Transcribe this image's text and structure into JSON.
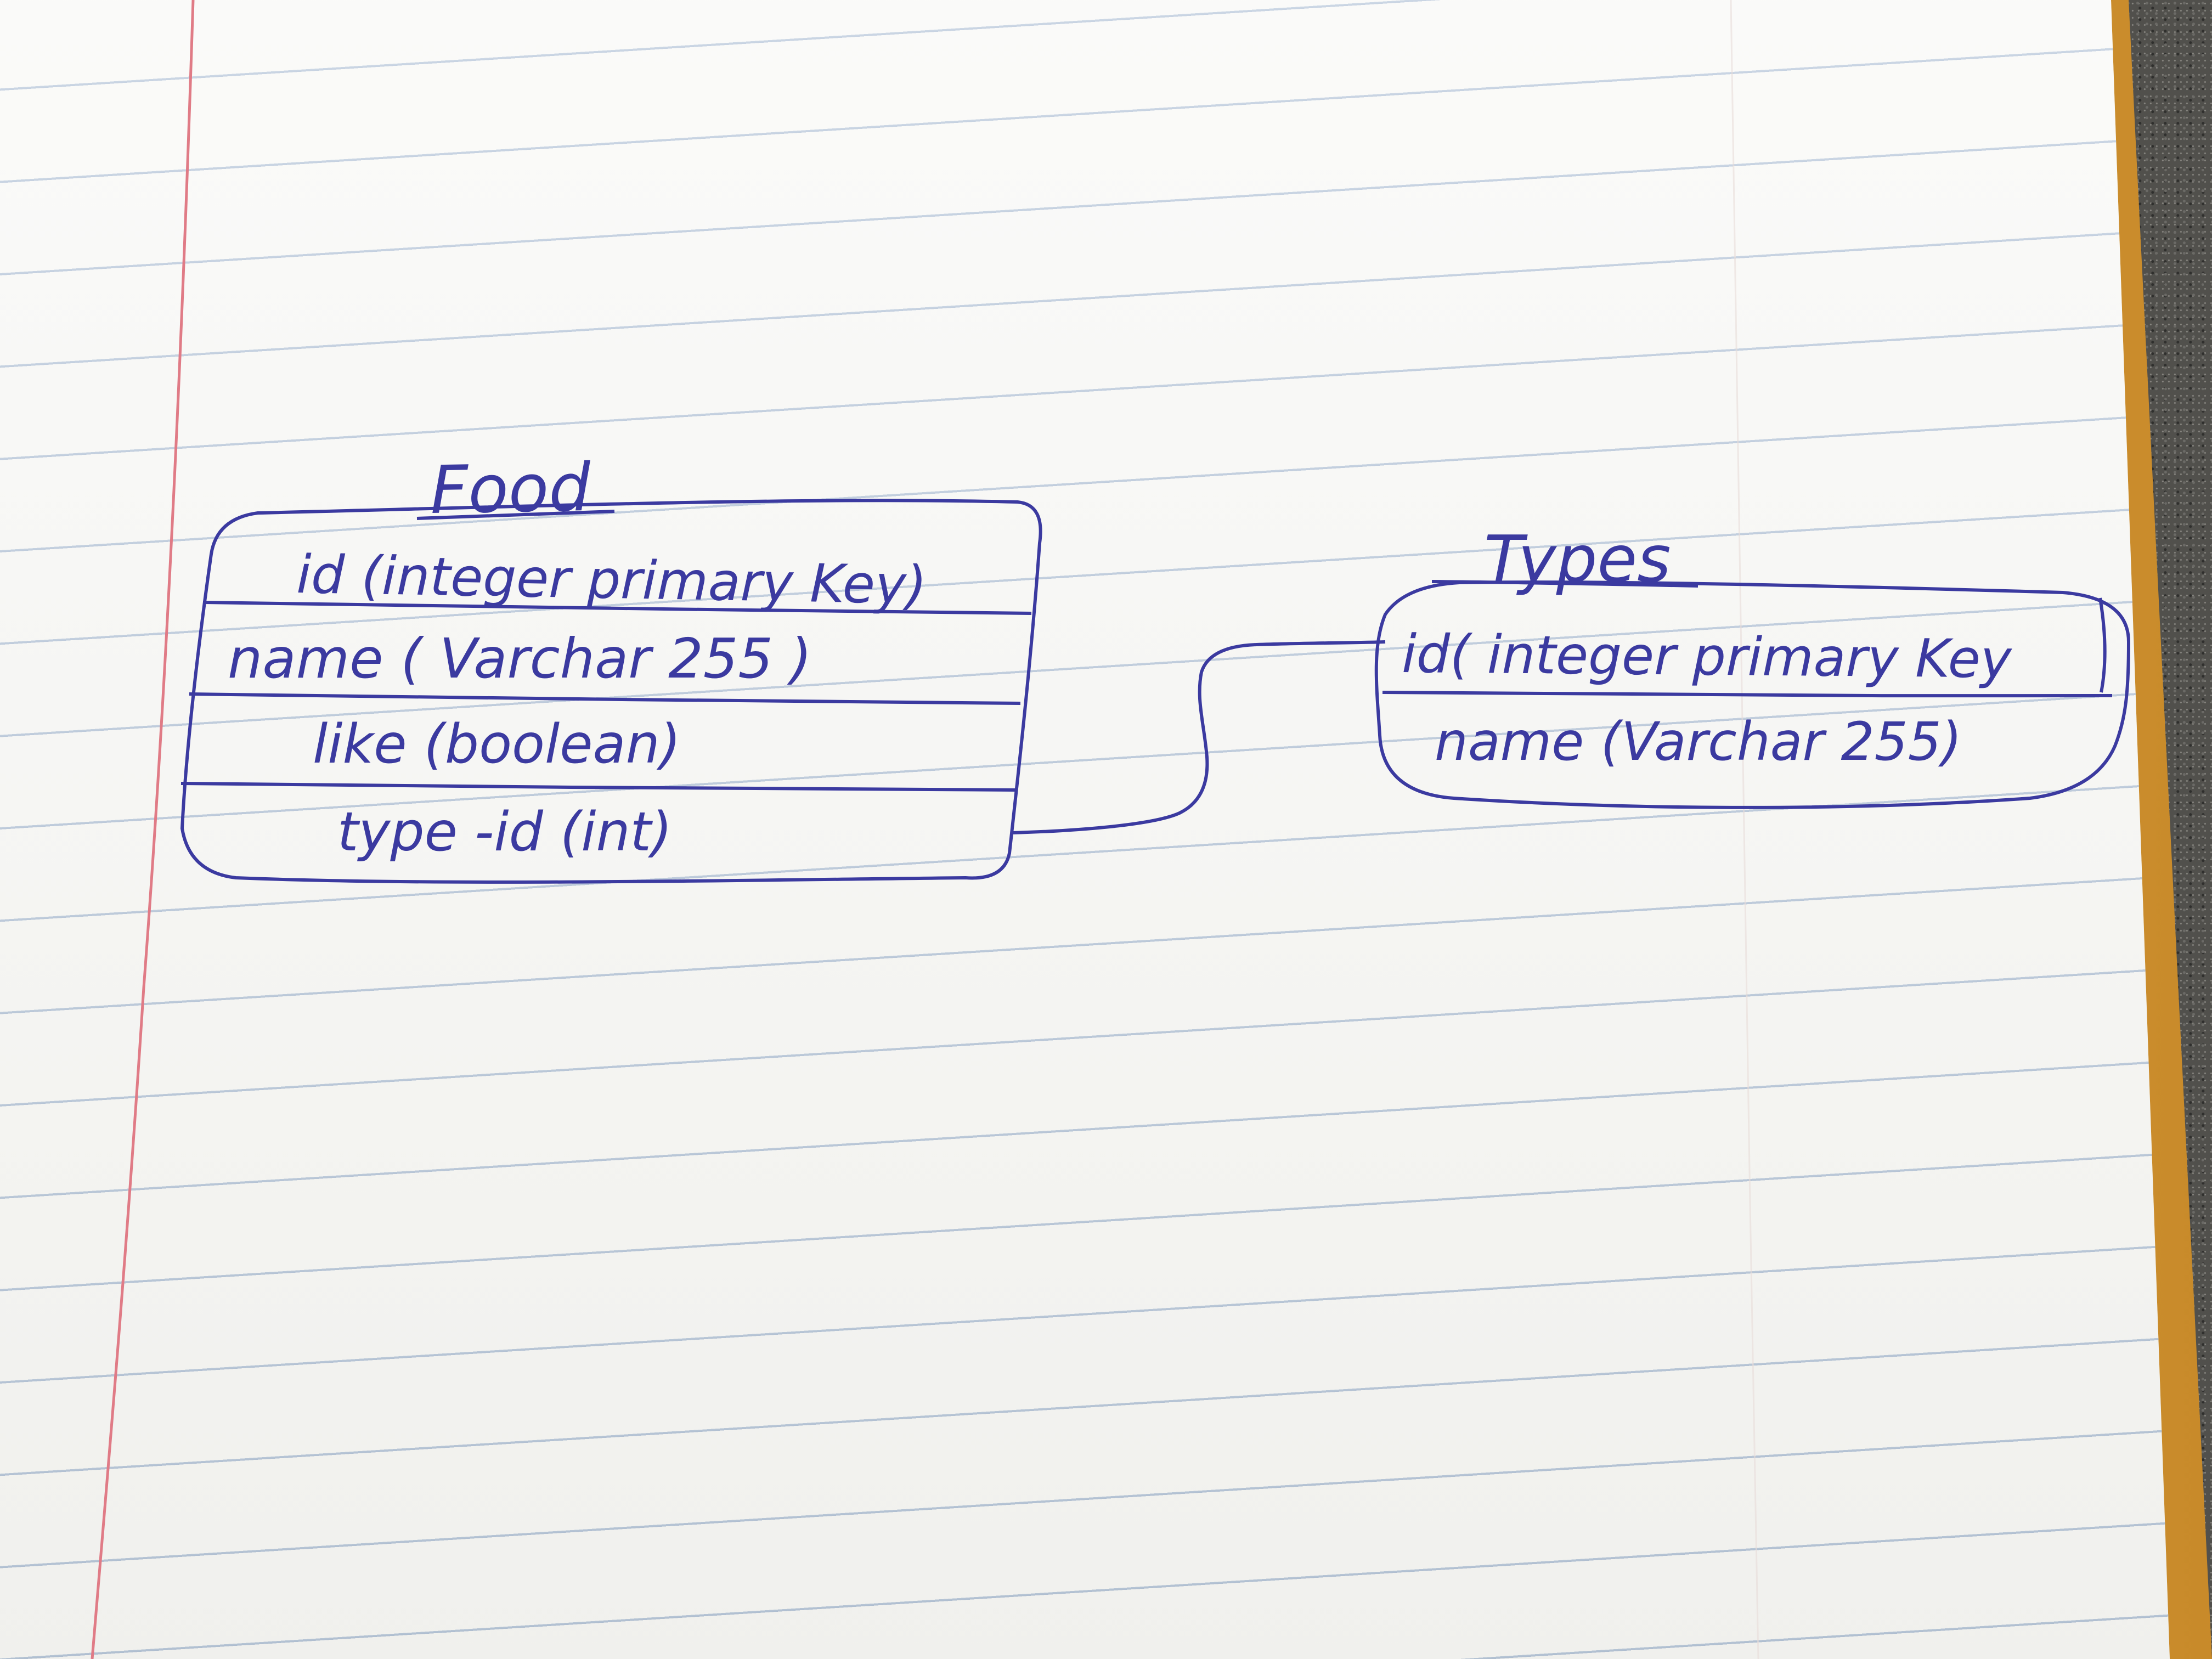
{
  "entities": [
    {
      "title": "Food",
      "fields": [
        "id (integer primary Key)",
        "name ( Varchar 255 )",
        "like (boolean)",
        "type -id (int)"
      ]
    },
    {
      "title": "Types",
      "fields": [
        "id( integer primary Key",
        "name (Varchar 255)"
      ]
    }
  ],
  "colors": {
    "ink": "#3b3aa0",
    "margin_line": "#e07b86",
    "ruled_line": "#8ea5c4",
    "paper": "#f6f6f3",
    "pad_edge": "#e4a845"
  }
}
